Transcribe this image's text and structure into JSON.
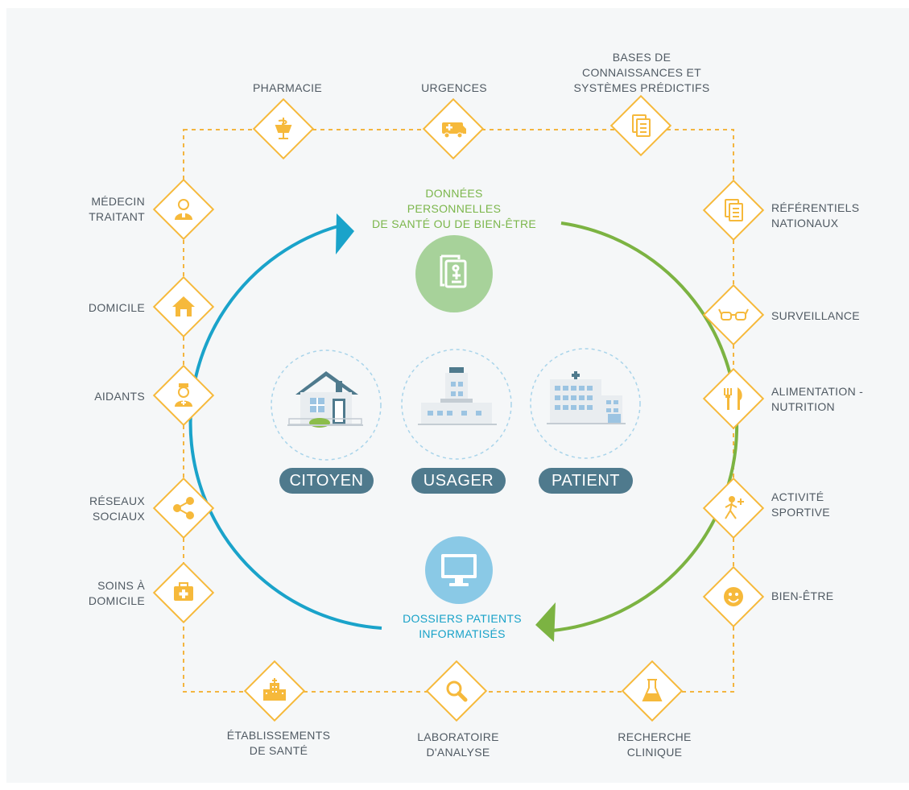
{
  "nodes": {
    "pharmacie": {
      "lines": [
        "PHARMACIE"
      ]
    },
    "urgences": {
      "lines": [
        "URGENCES"
      ]
    },
    "bases": {
      "lines": [
        "BASES DE",
        "CONNAISSANCES ET",
        "SYSTÈMES PRÉDICTIFS"
      ]
    },
    "medecin": {
      "lines": [
        "MÉDECIN",
        "TRAITANT"
      ]
    },
    "domicile": {
      "lines": [
        "DOMICILE"
      ]
    },
    "aidants": {
      "lines": [
        "AIDANTS"
      ]
    },
    "reseaux": {
      "lines": [
        "RÉSEAUX",
        "SOCIAUX"
      ]
    },
    "soins": {
      "lines": [
        "SOINS À",
        "DOMICILE"
      ]
    },
    "referentiels": {
      "lines": [
        "RÉFÉRENTIELS",
        "NATIONAUX"
      ]
    },
    "surveillance": {
      "lines": [
        "SURVEILLANCE"
      ]
    },
    "alimentation": {
      "lines": [
        "ALIMENTATION -",
        "NUTRITION"
      ]
    },
    "activite": {
      "lines": [
        "ACTIVITÉ",
        "SPORTIVE"
      ]
    },
    "bienetre": {
      "lines": [
        "BIEN-ÊTRE"
      ]
    },
    "etablissements": {
      "lines": [
        "ÉTABLISSEMENTS",
        "DE SANTÉ"
      ]
    },
    "laboratoire": {
      "lines": [
        "LABORATOIRE",
        "D'ANALYSE"
      ]
    },
    "recherche": {
      "lines": [
        "RECHERCHE",
        "CLINIQUE"
      ]
    }
  },
  "center": {
    "donnees": {
      "lines": [
        "DONNÉES",
        "PERSONNELLES",
        "DE SANTÉ OU DE BIEN-ÊTRE"
      ]
    },
    "dossiers": {
      "lines": [
        "DOSSIERS PATIENTS",
        "INFORMATISÉS"
      ]
    },
    "roles": {
      "citoyen": "CITOYEN",
      "usager": "USAGER",
      "patient": "PATIENT"
    }
  },
  "colors": {
    "node_orange": "#f6b93b",
    "dashed_line": "#f3b540",
    "arrow_blue": "#1aa3ca",
    "arrow_green": "#7cb342",
    "circle_green": "#a7d29a",
    "circle_blue": "#8ac9e6",
    "pill_slate": "#4f7a8d",
    "text_gray": "#505a63",
    "background": "#f5f7f8"
  }
}
